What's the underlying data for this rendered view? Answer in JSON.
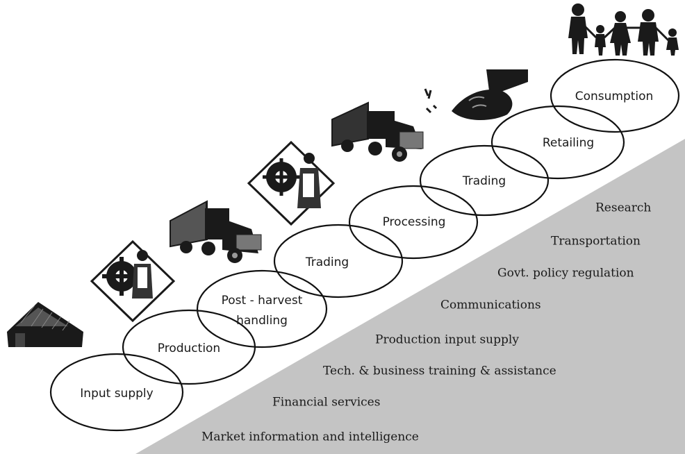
{
  "stages": [
    {
      "label": "Input supply"
    },
    {
      "label": "Production"
    },
    {
      "label": "Post - harvest",
      "label2": "handling"
    },
    {
      "label": "Trading"
    },
    {
      "label": "Processing"
    },
    {
      "label": "Trading"
    },
    {
      "label": "Retailing"
    },
    {
      "label": "Consumption"
    }
  ],
  "services": [
    {
      "label": "Research"
    },
    {
      "label": "Transportation"
    },
    {
      "label": "Govt. policy regulation"
    },
    {
      "label": "Communications"
    },
    {
      "label": "Production input supply"
    },
    {
      "label": "Tech. & business training & assistance"
    },
    {
      "label": "Financial services"
    },
    {
      "label": "Market information and intelligence"
    }
  ],
  "icons": [
    "hut-icon",
    "farmer-gear-icon",
    "truck-icon",
    "worker-gear-icon",
    "truck-icon",
    "handshake-icon",
    "family-icon"
  ],
  "colors": {
    "support_band": "#c4c4c4",
    "ellipse_stroke": "#111111",
    "illustration": "#1a1a1a"
  }
}
